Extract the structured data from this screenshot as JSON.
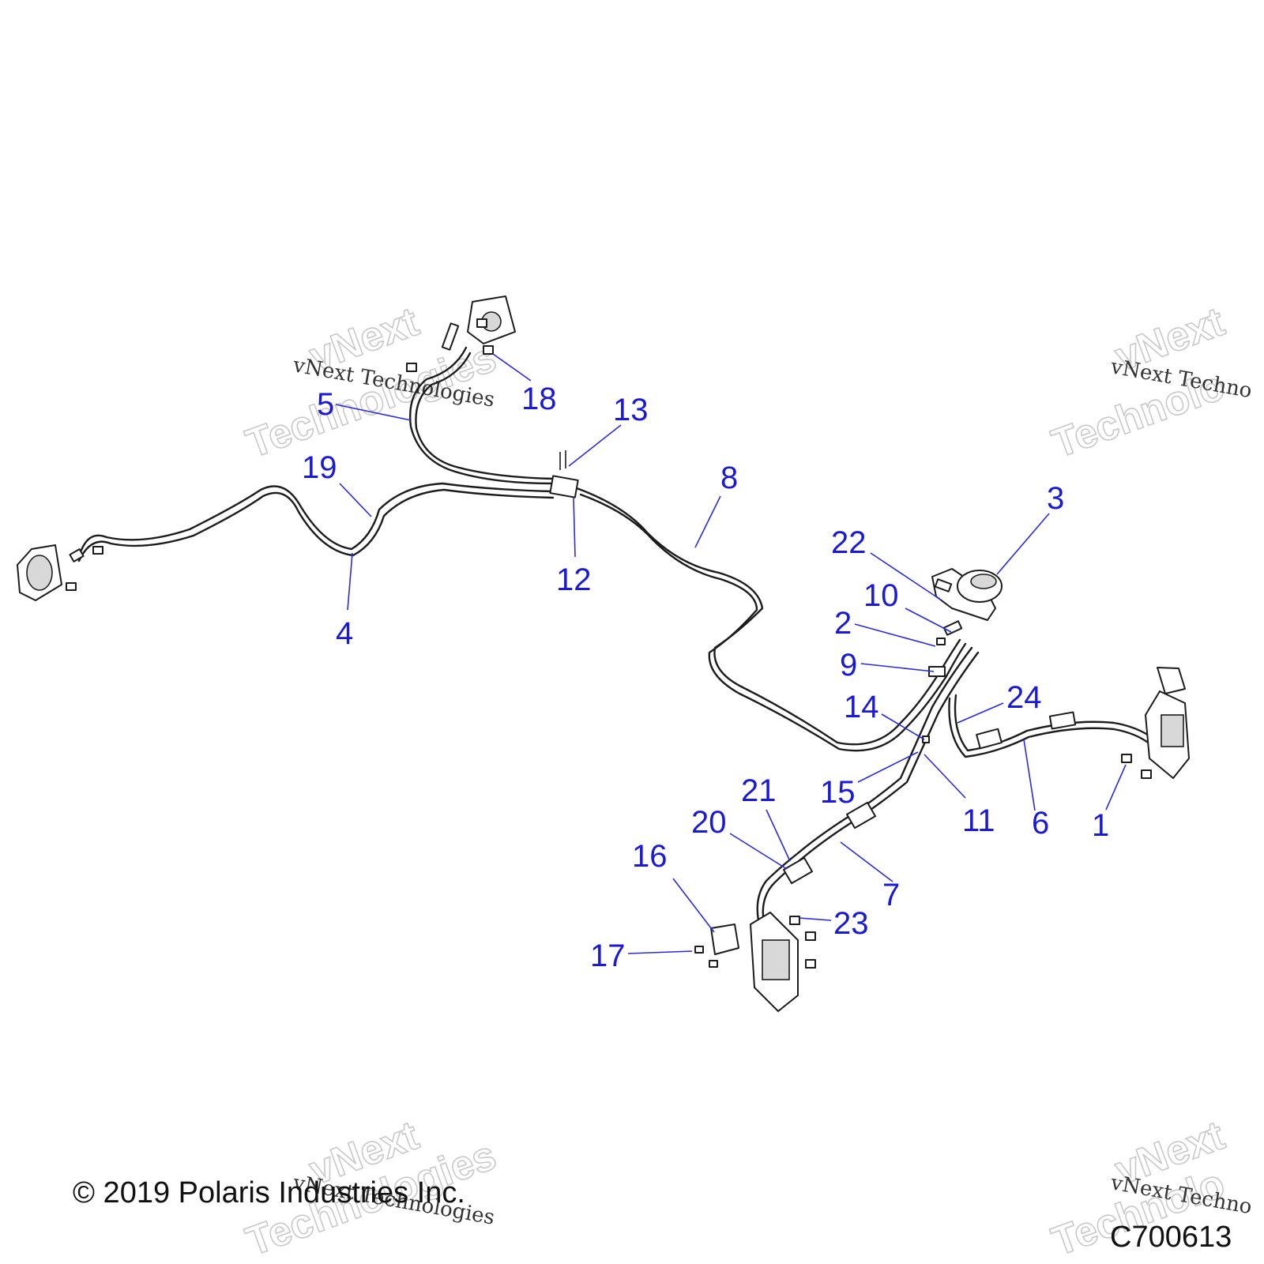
{
  "diagram": {
    "callouts": [
      "1",
      "2",
      "3",
      "4",
      "5",
      "6",
      "7",
      "8",
      "9",
      "10",
      "11",
      "12",
      "13",
      "14",
      "15",
      "16",
      "17",
      "18",
      "19",
      "20",
      "21",
      "22",
      "23",
      "24"
    ]
  },
  "watermark": {
    "line1": "vNext",
    "line2": "Technologies",
    "script": "vNext Technologies",
    "script_clipped": "vNext Techno",
    "outline_clipped_top": "vNext",
    "outline_clipped_bottom": "Technolo"
  },
  "footer": {
    "copyright": "© 2019 Polaris Industries Inc.",
    "code": "C700613"
  },
  "colors": {
    "callout": "#1a1ad6",
    "line_art": "#1c1c1c",
    "watermark": "#c9c9c9"
  }
}
